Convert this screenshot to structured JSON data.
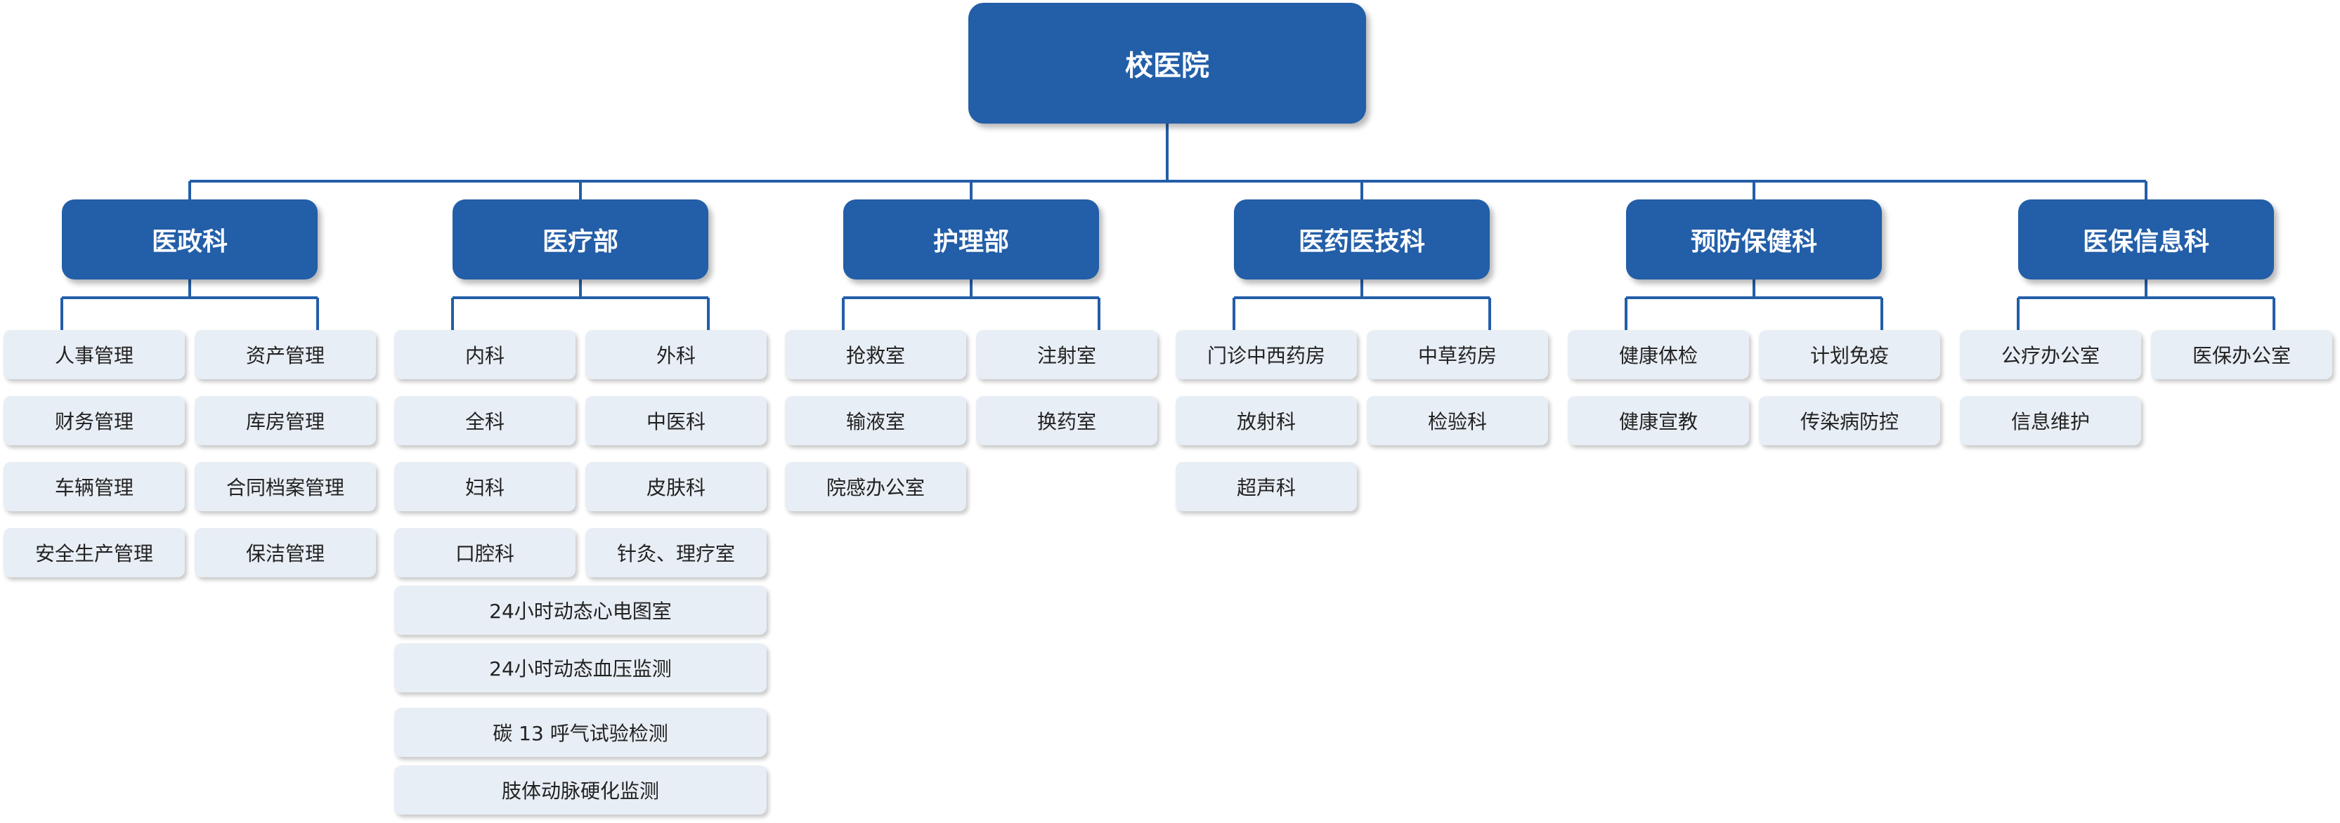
{
  "root": {
    "label": "校医院"
  },
  "departments": [
    {
      "label": "医政科",
      "units": [
        "人事管理",
        "资产管理",
        "财务管理",
        "库房管理",
        "车辆管理",
        "合同档案管理",
        "安全生产管理",
        "保洁管理"
      ],
      "wide_units": []
    },
    {
      "label": "医疗部",
      "units": [
        "内科",
        "外科",
        "全科",
        "中医科",
        "妇科",
        "皮肤科",
        "口腔科",
        "针灸、理疗室"
      ],
      "wide_units": [
        "24小时动态心电图室",
        "24小时动态血压监测",
        "碳 13 呼气试验检测",
        "肢体动脉硬化监测"
      ]
    },
    {
      "label": "护理部",
      "units": [
        "抢救室",
        "注射室",
        "输液室",
        "换药室",
        "院感办公室"
      ],
      "wide_units": []
    },
    {
      "label": "医药医技科",
      "units": [
        "门诊中西药房",
        "中草药房",
        "放射科",
        "检验科",
        "超声科"
      ],
      "wide_units": []
    },
    {
      "label": "预防保健科",
      "units": [
        "健康体检",
        "计划免疫",
        "健康宣教",
        "传染病防控"
      ],
      "wide_units": []
    },
    {
      "label": "医保信息科",
      "units": [
        "公疗办公室",
        "医保办公室",
        "信息维护"
      ],
      "wide_units": []
    }
  ],
  "colors": {
    "primary": "#235ea8",
    "connector": "#235ea8",
    "unit_fill": "#e8eef5",
    "unit_text": "#222222"
  }
}
